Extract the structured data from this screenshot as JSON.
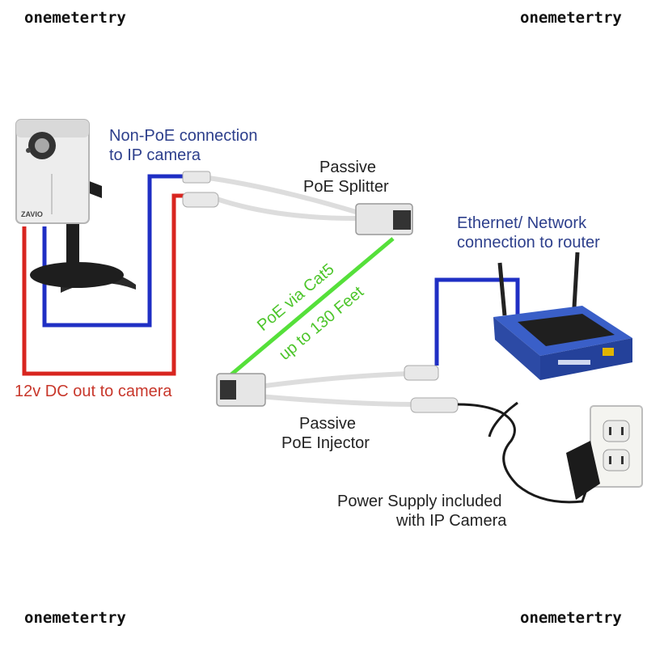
{
  "watermarks": {
    "top_left": "onemetertry",
    "top_right": "onemetertry",
    "bottom_left": "onemetertry",
    "bottom_right": "onemetertry"
  },
  "labels": {
    "non_poe_line1": "Non-PoE connection",
    "non_poe_line2": "to IP camera",
    "splitter_line1": "Passive",
    "splitter_line2": "PoE Splitter",
    "ethernet_line1": "Ethernet/ Network",
    "ethernet_line2": "connection to router",
    "poe_cat5_line1": "PoE via Cat5",
    "poe_cat5_line2": "up to 130 Feet",
    "dc_out": "12v DC out to camera",
    "injector_line1": "Passive",
    "injector_line2": "PoE Injector",
    "power_line1": "Power Supply included",
    "power_line2": "with IP Camera",
    "camera_brand": "ZAVIO"
  },
  "colors": {
    "ethernet_wire": "#1f2fc4",
    "dc_wire": "#d8251f",
    "poe_cable": "#55e03a",
    "label_blue": "#2d3f8c",
    "label_red": "#c8372b",
    "router_body": "#3a5fc8"
  },
  "icons": [
    "ip-camera",
    "poe-splitter",
    "poe-injector",
    "wireless-router",
    "wall-outlet",
    "power-adapter"
  ]
}
